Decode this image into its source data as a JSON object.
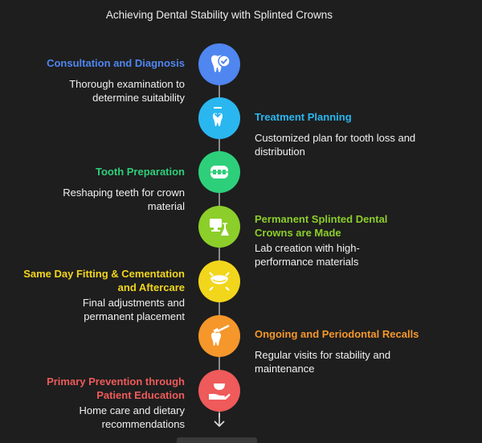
{
  "title": "Achieving Dental Stability with Splinted Crowns",
  "colors": {
    "blue": "#4f86f0",
    "cyan": "#2ab7f0",
    "green": "#2ecf7a",
    "lime": "#8cce2a",
    "yellow": "#f2d61c",
    "orange": "#f5972a",
    "red": "#ef5a5a",
    "spine": "#8a8a8a"
  },
  "steps": [
    {
      "head": "Consultation and Diagnosis",
      "desc": "Thorough examination to determine suitability",
      "color": "#4f86f0",
      "side": "left",
      "icon": "tooth-check-icon"
    },
    {
      "head": "Treatment Planning",
      "desc": "Customized plan for tooth loss and distribution",
      "color": "#2ab7f0",
      "side": "right",
      "icon": "tooth-download-icon"
    },
    {
      "head": "Tooth Preparation",
      "desc": "Reshaping teeth for crown material",
      "color": "#2ecf7a",
      "side": "left",
      "icon": "braces-icon"
    },
    {
      "head": "Permanent Splinted Dental Crowns are Made",
      "desc": "Lab creation with high-performance materials",
      "color": "#8cce2a",
      "side": "right",
      "icon": "lab-flask-icon"
    },
    {
      "head": "Same Day Fitting & Cementation and Aftercare",
      "desc": "Final adjustments and permanent placement",
      "color": "#f2d61c",
      "side": "left",
      "icon": "mouth-fit-icon"
    },
    {
      "head": "Ongoing and Periodontal Recalls",
      "desc": "Regular visits for stability and maintenance",
      "color": "#f5972a",
      "side": "right",
      "icon": "tooth-brush-icon"
    },
    {
      "head": "Primary Prevention through Patient Education",
      "desc": "Home care and dietary recommendations",
      "color": "#ef5a5a",
      "side": "left",
      "icon": "hand-bowl-icon"
    }
  ]
}
